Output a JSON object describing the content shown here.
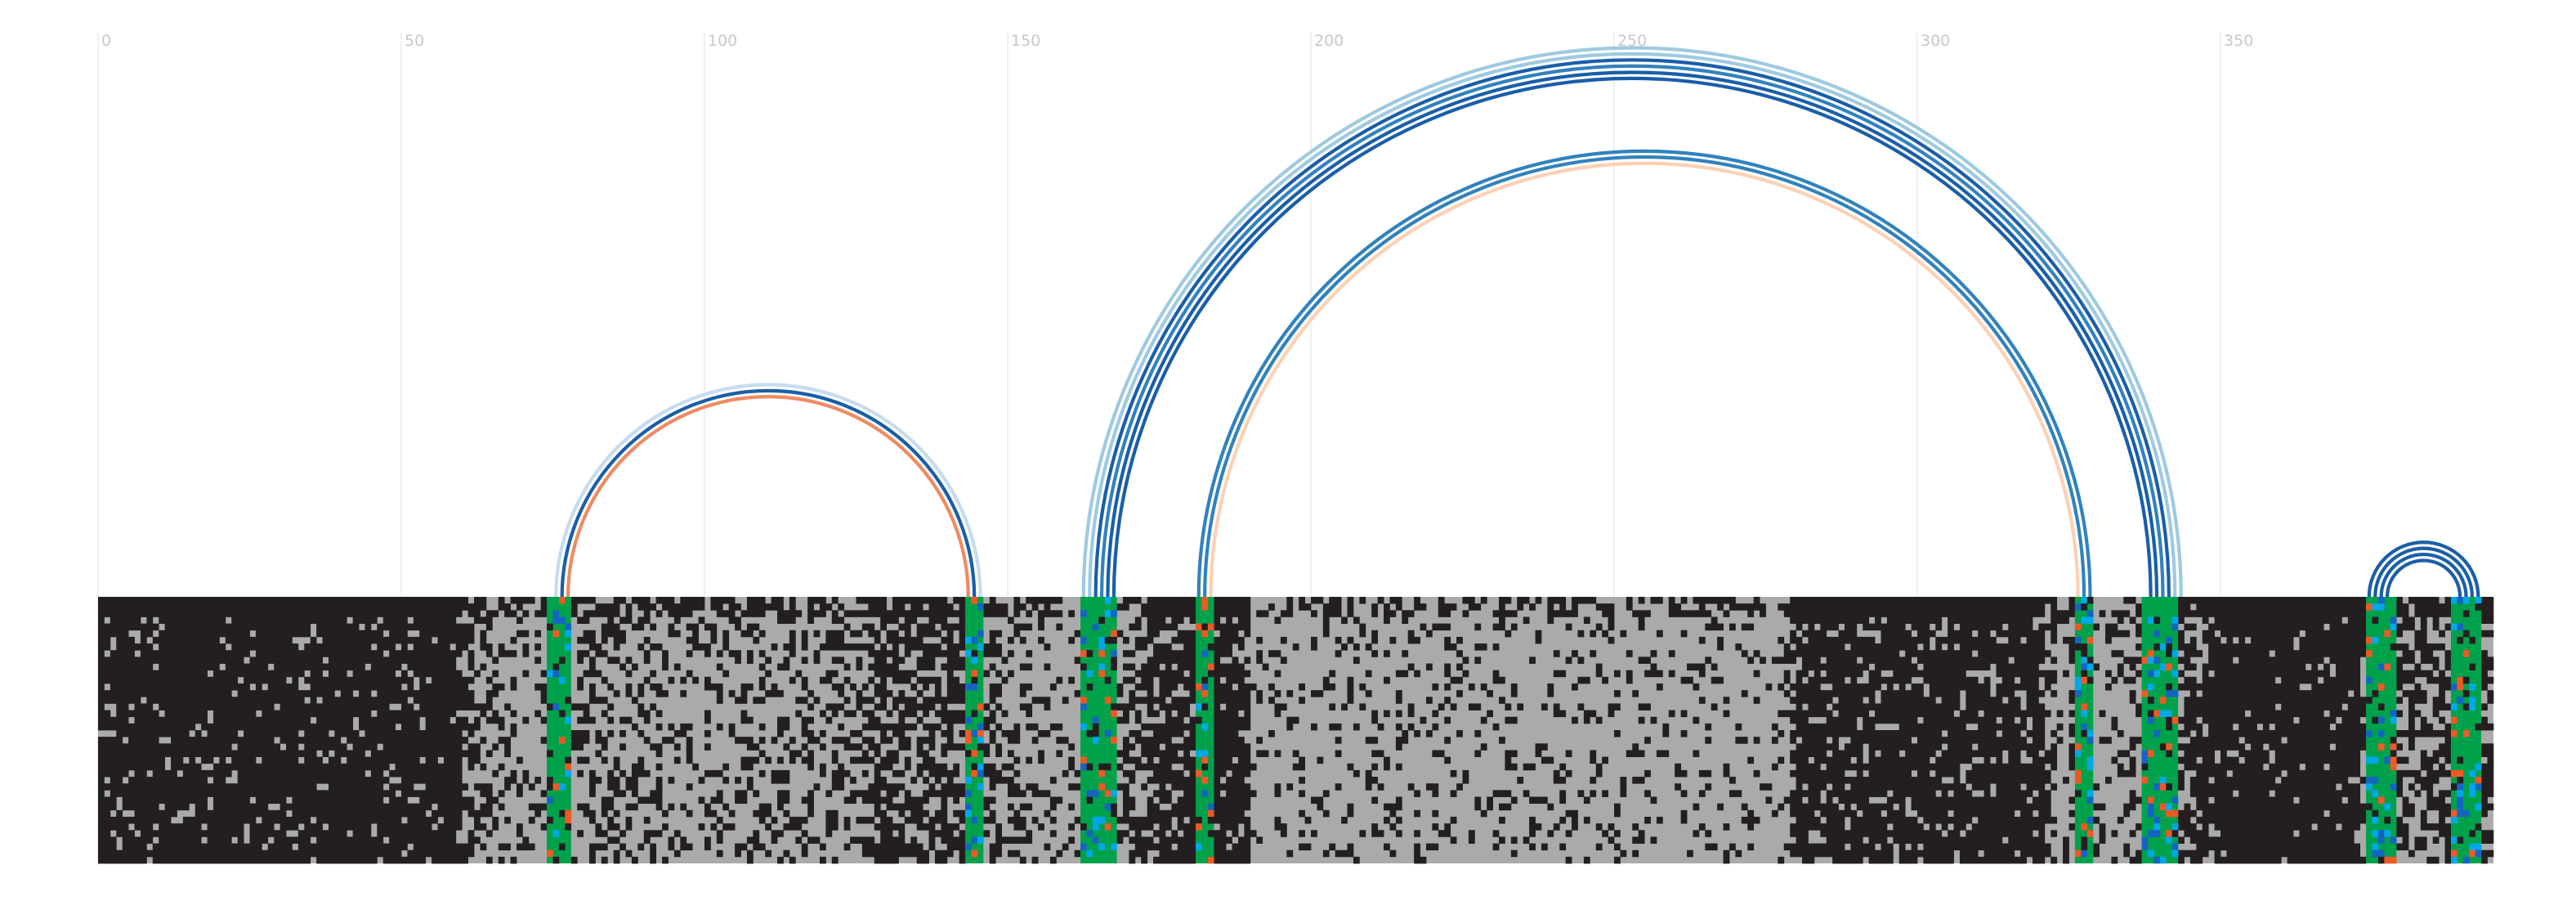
{
  "chart_data": {
    "type": "arc",
    "title": "",
    "xlabel": "",
    "ylabel": "",
    "xlim": [
      0,
      395
    ],
    "x_ticks": [
      0,
      50,
      100,
      150,
      200,
      250,
      300,
      350
    ],
    "x_tick_labels": [
      "0",
      "50",
      "100",
      "150",
      "200",
      "250",
      "300",
      "350"
    ],
    "grid": true,
    "colors": {
      "alignment_dark": "#231f20",
      "alignment_gap": "#aaaaaa",
      "paired_green": "#00a14b",
      "nucleotide_orange": "#ee5a24",
      "nucleotide_blue": "#1565c0",
      "nucleotide_cyan": "#00a8e8",
      "arc_dark_blue": "#1a5ea8",
      "arc_mid_blue": "#3182bd",
      "arc_light_blue": "#9ecae1",
      "arc_pale_blue": "#c6dbef",
      "arc_orange": "#ef8a62",
      "arc_pale_orange": "#fdd0b4"
    },
    "arcs": [
      {
        "start": 75,
        "end": 145,
        "color": "#c6dbef"
      },
      {
        "start": 76,
        "end": 144,
        "color": "#1a5ea8"
      },
      {
        "start": 77,
        "end": 143,
        "color": "#ef8a62"
      },
      {
        "start": 162,
        "end": 343,
        "color": "#9ecae1"
      },
      {
        "start": 163,
        "end": 342,
        "color": "#9ecae1"
      },
      {
        "start": 164,
        "end": 341,
        "color": "#1a5ea8"
      },
      {
        "start": 165,
        "end": 340,
        "color": "#3182bd"
      },
      {
        "start": 166,
        "end": 339,
        "color": "#1a5ea8"
      },
      {
        "start": 167,
        "end": 338,
        "color": "#1a5ea8"
      },
      {
        "start": 181,
        "end": 328,
        "color": "#3182bd"
      },
      {
        "start": 182,
        "end": 327,
        "color": "#3182bd"
      },
      {
        "start": 183,
        "end": 326,
        "color": "#fdd0b4"
      },
      {
        "start": 374,
        "end": 392,
        "color": "#1a5ea8"
      },
      {
        "start": 375,
        "end": 391,
        "color": "#1a5ea8"
      },
      {
        "start": 376,
        "end": 390,
        "color": "#1a5ea8"
      },
      {
        "start": 377,
        "end": 389,
        "color": "#1a5ea8"
      }
    ],
    "paired_columns": [
      [
        74,
        78
      ],
      [
        143,
        146
      ],
      [
        162,
        168
      ],
      [
        181,
        184
      ],
      [
        326,
        329
      ],
      [
        337,
        343
      ],
      [
        374,
        379
      ],
      [
        388,
        393
      ]
    ],
    "alignment": {
      "rows": 40,
      "columns": 395,
      "start_column": 0,
      "end_column": 395
    }
  }
}
